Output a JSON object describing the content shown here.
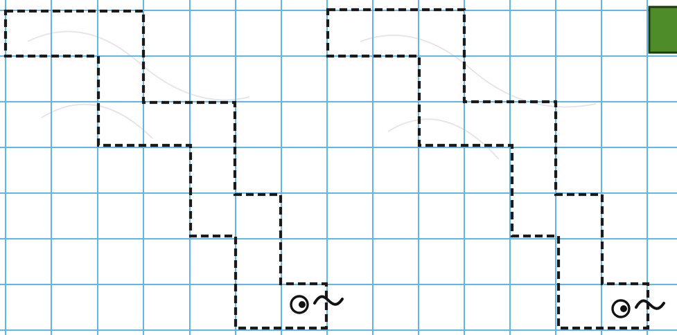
{
  "worksheet": {
    "colors": {
      "paper": "#ffffff",
      "grid": "#5fb7e8",
      "dashed_outline": "#1a1a1a",
      "sample_square": "#4e8c2a",
      "sample_square_border": "#1b3a0a"
    },
    "icons": [
      "eye-squiggle-icon",
      "eye-squiggle-icon"
    ],
    "shapes": [
      {
        "name": "left-staircase",
        "style": "dashed"
      },
      {
        "name": "right-staircase",
        "style": "dashed"
      }
    ]
  }
}
